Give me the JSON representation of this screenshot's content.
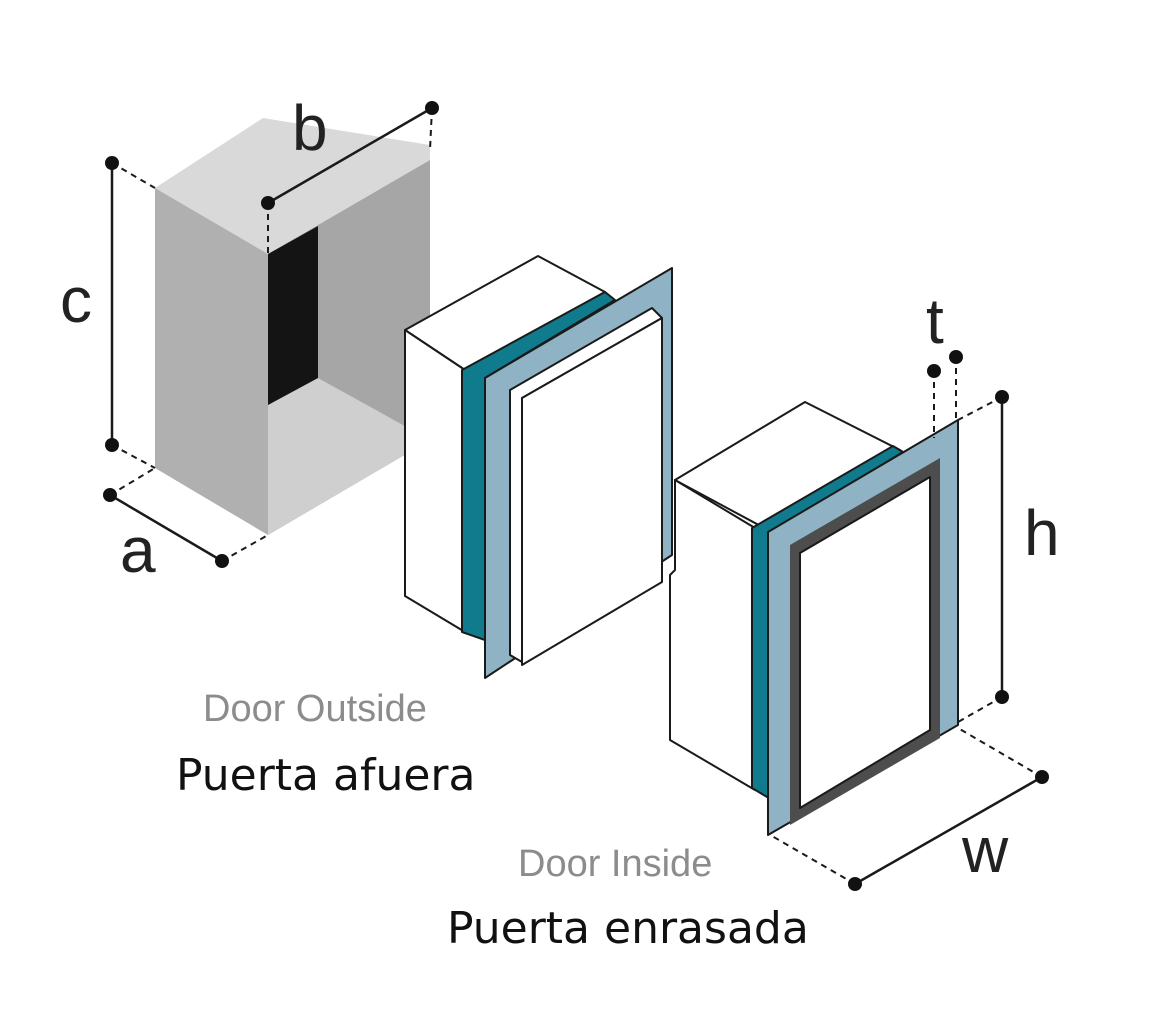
{
  "labels": {
    "a": "a",
    "b": "b",
    "c": "c",
    "t": "t",
    "h": "h",
    "w": "w"
  },
  "captions": {
    "outside_en": "Door Outside",
    "outside_es": "Puerta afuera",
    "inside_en": "Door Inside",
    "inside_es": "Puerta enrasada"
  },
  "colors": {
    "box_top": "#d9d9d9",
    "box_left": "#b0b0b0",
    "box_right": "#a6a6a6",
    "box_bottom": "#cfcfcf",
    "cutout": "#141414",
    "teal": "#0f7b8c",
    "frame_blue": "#8fb3c4",
    "dark_frame": "#4d4d4d",
    "line": "#1a1a1a"
  }
}
